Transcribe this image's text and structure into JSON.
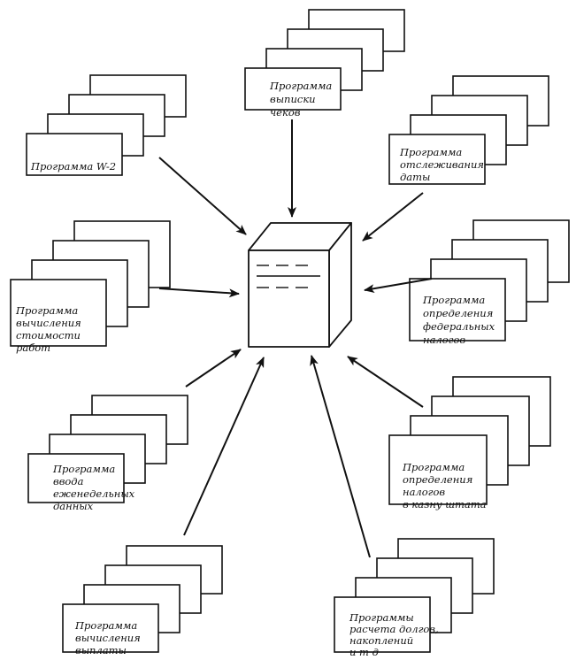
{
  "programs": [
    {
      "id": "w2",
      "lines": [
        "Программа W-2"
      ]
    },
    {
      "id": "checks",
      "lines": [
        "Программа",
        "выписки",
        "чеков"
      ]
    },
    {
      "id": "date",
      "lines": [
        "Программа",
        "отслеживания",
        "даты"
      ]
    },
    {
      "id": "federal",
      "lines": [
        "Программа",
        "определения",
        "федеральных",
        "налогов"
      ]
    },
    {
      "id": "state",
      "lines": [
        "Программа",
        "определения",
        "налогов",
        "в казну штата"
      ]
    },
    {
      "id": "debts",
      "lines": [
        "Программы",
        "расчета долгов,",
        "накоплений",
        "и т д"
      ]
    },
    {
      "id": "payouts",
      "lines": [
        "Программа",
        "вычисления",
        "выплаты"
      ]
    },
    {
      "id": "weekly",
      "lines": [
        "Программа",
        "ввода",
        "еженедельных",
        "данных"
      ]
    },
    {
      "id": "cost",
      "lines": [
        "Программа",
        "вычисления",
        "стоимости",
        "работ"
      ]
    }
  ],
  "colors": {
    "ink": "#111111",
    "paper": "#ffffff"
  }
}
